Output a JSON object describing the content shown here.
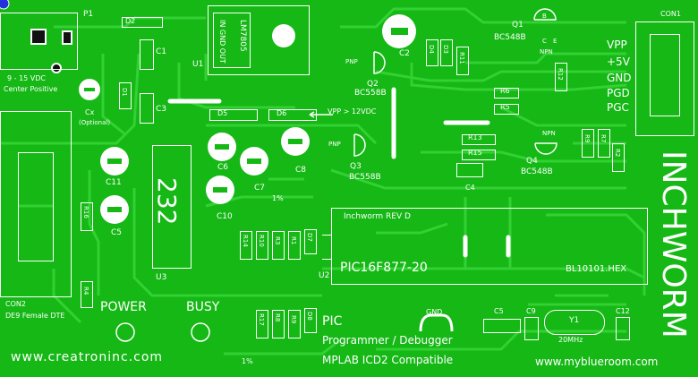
{
  "power": {
    "p1": "P1",
    "input_line1": "9 - 15 VDC",
    "input_line2": "Center Positive",
    "cx": "Cx",
    "cx_note": "(Optional)",
    "regulator": "LM7805",
    "regulator_pins": "IN GND OUT",
    "u1": "U1"
  },
  "components": {
    "d1": "D1",
    "d2": "D2",
    "d3": "D3",
    "d4": "D4",
    "d5": "D5",
    "d6": "D6",
    "d7": "D7",
    "d8": "D8",
    "c1": "C1",
    "c2": "C2",
    "c3": "C3",
    "c4": "C4",
    "c5": "C5",
    "c6": "C6",
    "c7": "C7",
    "c8": "C8",
    "c9": "C9",
    "c10": "C10",
    "c11": "C11",
    "c12": "C12",
    "r1": "R1",
    "r2": "R2",
    "r3": "R3",
    "r4": "R4",
    "r5": "R5",
    "r6": "R6",
    "r7": "R7",
    "r8": "R8",
    "r9": "R9",
    "r10": "R10",
    "r11": "R11",
    "r12": "R12",
    "r13": "R13",
    "r14": "R14",
    "r15": "R15",
    "r16": "R16",
    "r17": "R17",
    "q1": "Q1",
    "q1_part": "BC548B",
    "q2": "Q2",
    "q2_part": "BC558B",
    "q3": "Q3",
    "q3_part": "BC558B",
    "q4": "Q4",
    "q4_part": "BC548B",
    "pnp": "PNP",
    "npn": "NPN",
    "pin_b": "B",
    "pin_c": "C",
    "pin_e": "E",
    "u3": "U3",
    "max232": "232",
    "u2": "U2",
    "y1": "Y1",
    "crystal": "20MHz",
    "one_percent": "1%",
    "gnd": "GND",
    "vpp_label": "VPP > 12VDC"
  },
  "connector": {
    "con1": "CON1",
    "pins": [
      "VPP",
      "+5V",
      "GND",
      "PGD",
      "PGC"
    ],
    "con2": "CON2",
    "con2_desc": "DE9 Female DTE"
  },
  "mcu": {
    "rev": "Inchworm REV D",
    "chip": "PIC16F877-20",
    "hex": "BL10101.HEX"
  },
  "leds": {
    "power": "POWER",
    "busy": "BUSY"
  },
  "branding": {
    "title": "INCHWORM",
    "desc1": "PIC",
    "desc2": "Programmer / Debugger",
    "desc3": "MPLAB ICD2 Compatible",
    "site_left": "www.creatroninc.com",
    "site_right": "www.myblueroom.com"
  }
}
